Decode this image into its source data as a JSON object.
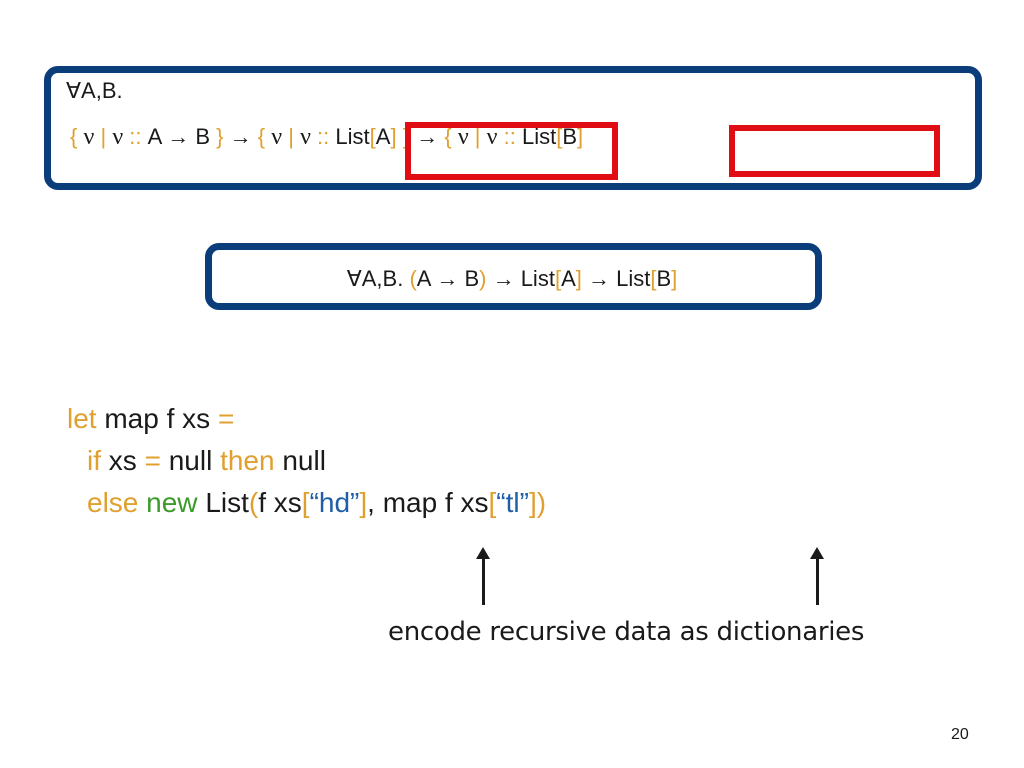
{
  "slide": {
    "refined_type": {
      "forall": "∀A,B.",
      "open1": "{",
      "nu1": "ν",
      "bar1": "|",
      "nu1b": "ν",
      "colons1": "::",
      "fun_type": "A → B",
      "close1": "}",
      "arrow1": "→",
      "open2": "{",
      "nu2": "ν",
      "bar2": "|",
      "nu2b": "ν",
      "colons2": "::",
      "list_a": "List",
      "lb_a": "[",
      "a": "A",
      "rb_a": "]",
      "close2": "}",
      "arrow2": "→",
      "open3": "{",
      "nu3": "ν",
      "bar3": "|",
      "nu3b": "ν",
      "colons3": "::",
      "list_b": "List",
      "lb_b": "[",
      "b": "B",
      "rb_b": "]"
    },
    "plain_type": {
      "forall": "∀A,B.",
      "lparen": "(",
      "fun": "A → B",
      "rparen": ")",
      "arrow1": "→ List",
      "lb1": "[",
      "a": "A",
      "rb1": "]",
      "arrow2": "→ List",
      "lb2": "[",
      "b": "B",
      "rb2": "]"
    },
    "code": {
      "line1": {
        "kw_let": "let",
        "text": " map f xs ",
        "eq": "="
      },
      "line2": {
        "kw_if": "if",
        "text1": " xs ",
        "eq": "=",
        "text2": " null ",
        "kw_then": "then",
        "text3": " null"
      },
      "line3": {
        "kw_else": "else",
        "kw_new": "new",
        "list": "List",
        "lparen": "(",
        "f_xs": "f xs",
        "lb1": "[",
        "hd": "“hd”",
        "rb1": "]",
        "map": ", map f xs",
        "lb2": "[",
        "tl": "“tl”",
        "rb2": "]",
        "rparen": ")"
      }
    },
    "caption": "encode recursive data as dictionaries",
    "page_number": "20"
  },
  "colors": {
    "box_border": "#0b3d7a",
    "highlight": "#e00d14",
    "keyword": "#e0a030",
    "new_keyword": "#3a9a2a",
    "string": "#1f5fa8"
  }
}
